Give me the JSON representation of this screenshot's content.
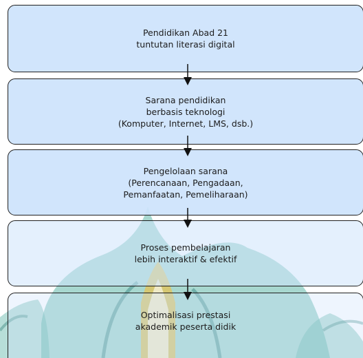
{
  "flow": {
    "steps": [
      {
        "text": "Pendidikan Abad 21\ntuntutan literasi digital"
      },
      {
        "text": "Sarana pendidikan\nberbasis teknologi\n(Komputer, Internet, LMS, dsb.)"
      },
      {
        "text": "Pengelolaan sarana\n(Perencanaan, Pengadaan,\nPemanfaatan, Pemeliharaan)"
      },
      {
        "text": "Proses pembelajaran\nlebih interaktif & efektif"
      },
      {
        "text": "Optimalisasi prestasi\nakademik peserta didik"
      }
    ]
  },
  "colors": {
    "box_fill": "#cde3fc",
    "box_border": "#1f1f1f",
    "watermark_teal": "#5fb6a8",
    "watermark_gold": "#e8c14a"
  }
}
